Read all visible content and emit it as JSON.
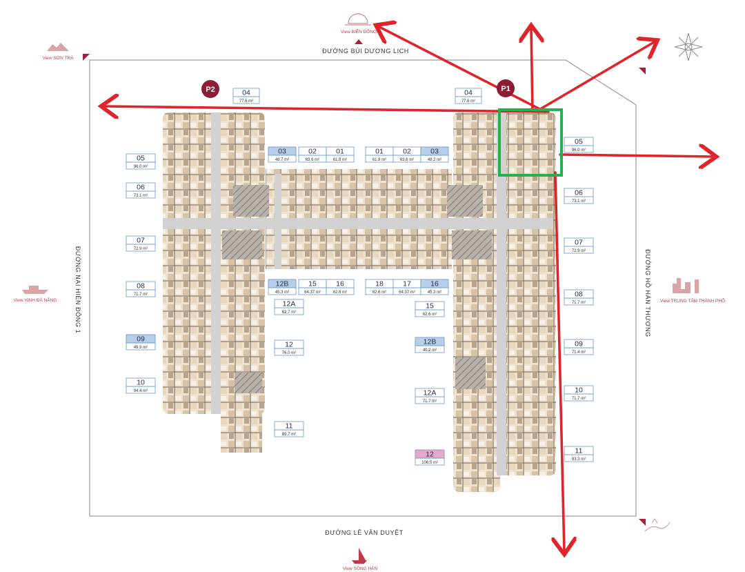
{
  "colors": {
    "arrow": "#e0242b",
    "highlight": "#22b14c",
    "brand": "#c0394b",
    "boundary": "#9a9a9a",
    "label_border": "#6a9ac4",
    "label_fill": "#ffffff",
    "label_fill_blue": "#b7cfe8",
    "label_fill_pink": "#e6a9c9",
    "floor_light": "#efe2cf",
    "floor_dark": "#9a8a78",
    "corridor": "#d2d2d2"
  },
  "streets": {
    "top": "ĐƯỜNG BÙI DƯƠNG LỊCH",
    "bottom": "ĐƯỜNG LÊ VĂN DUYỆT",
    "left": "ĐƯỜNG NẠI HIÊN ĐÔNG 1",
    "right": "ĐƯỜNG HỒ HÁN THƯƠNG"
  },
  "views": {
    "top": "View BIỂN ĐÔNG",
    "top_left": "View SƠN TRÀ",
    "left": "View VỊNH ĐÀ NẴNG",
    "right": "View TRUNG TÂM THÀNH PHỐ",
    "bottom": "View SÔNG HÀN"
  },
  "markers": {
    "p1": "P1",
    "p2": "P2"
  },
  "unit_labels": [
    {
      "num": "04",
      "area": "77.6 m²",
      "style": "white"
    },
    {
      "num": "05",
      "area": "96.0 m²",
      "style": "white"
    },
    {
      "num": "06",
      "area": "73.1 m²",
      "style": "white"
    },
    {
      "num": "07",
      "area": "72.9 m²",
      "style": "white"
    },
    {
      "num": "08",
      "area": "71.7 m²",
      "style": "white"
    },
    {
      "num": "09",
      "area": "49.9 m²",
      "style": "blue"
    },
    {
      "num": "10",
      "area": "94.4 m²",
      "style": "white"
    },
    {
      "num": "11",
      "area": "89.7 m²",
      "style": "white"
    },
    {
      "num": "12",
      "area": "76.0 m²",
      "style": "white"
    },
    {
      "num": "12A",
      "area": "62.7 m²",
      "style": "white"
    },
    {
      "num": "12B",
      "area": "45.3 m²",
      "style": "blue"
    },
    {
      "num": "15",
      "area": "64.37 m²",
      "style": "white"
    },
    {
      "num": "16",
      "area": "62.6 m²",
      "style": "white"
    },
    {
      "num": "03",
      "area": "48.7 m²",
      "style": "blue"
    },
    {
      "num": "02",
      "area": "63.6 m²",
      "style": "white"
    },
    {
      "num": "01",
      "area": "61.8 m²",
      "style": "white"
    },
    {
      "num": "01",
      "area": "61.8 m²",
      "style": "white"
    },
    {
      "num": "02",
      "area": "63.6 m²",
      "style": "white"
    },
    {
      "num": "03",
      "area": "48.2 m²",
      "style": "blue"
    },
    {
      "num": "04",
      "area": "77.6 m²",
      "style": "white"
    },
    {
      "num": "05",
      "area": "96.0 m²",
      "style": "white"
    },
    {
      "num": "06",
      "area": "73.1 m²",
      "style": "white"
    },
    {
      "num": "07",
      "area": "72.9 m²",
      "style": "white"
    },
    {
      "num": "08",
      "area": "71.7 m²",
      "style": "white"
    },
    {
      "num": "09",
      "area": "71.4 m²",
      "style": "white"
    },
    {
      "num": "10",
      "area": "71.7 m²",
      "style": "white"
    },
    {
      "num": "11",
      "area": "93.3 m²",
      "style": "white"
    },
    {
      "num": "18",
      "area": "62.6 m²",
      "style": "white"
    },
    {
      "num": "17",
      "area": "64.37 m²",
      "style": "white"
    },
    {
      "num": "16",
      "area": "45.3 m²",
      "style": "blue"
    },
    {
      "num": "15",
      "area": "62.6 m²",
      "style": "white"
    },
    {
      "num": "12B",
      "area": "40.2 m²",
      "style": "blue"
    },
    {
      "num": "12A",
      "area": "71.7 m²",
      "style": "white"
    },
    {
      "num": "12",
      "area": "106.5 m²",
      "style": "pink"
    }
  ]
}
